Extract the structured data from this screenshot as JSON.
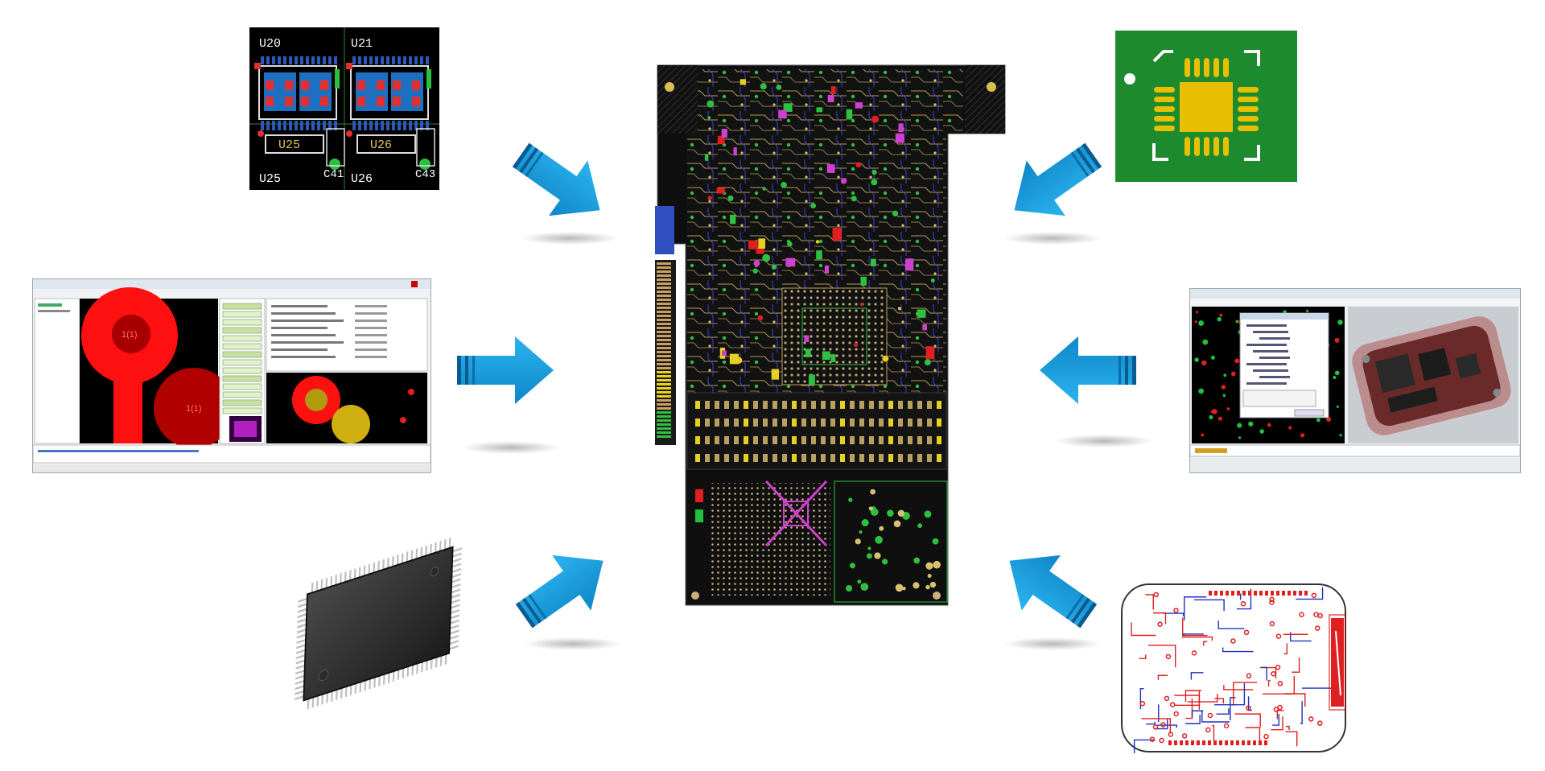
{
  "colors": {
    "arrow_main": "#1aa0e0",
    "arrow_dark": "#0b6fa8",
    "board_black": "#0e0e0e",
    "pcb_green": "#1a7a2a",
    "pad_gold": "#e6c000",
    "trace_red": "#e02020",
    "trace_blue": "#2030c0"
  },
  "layout_viewer": {
    "labels": {
      "u20": "U20",
      "u21": "U21",
      "u25_top": "U25",
      "u26_top": "U26",
      "u25_bottom": "U25",
      "c41": "C41",
      "u26_bottom": "U26",
      "c43": "C43"
    }
  },
  "footprint_editor": {
    "labels": {
      "pad_a": "1(1)",
      "pad_b": "1(1)"
    }
  },
  "arrows": [
    {
      "icon": "arrow-right-down-icon"
    },
    {
      "icon": "arrow-right-icon"
    },
    {
      "icon": "arrow-right-up-icon"
    },
    {
      "icon": "arrow-left-down-icon"
    },
    {
      "icon": "arrow-left-icon"
    },
    {
      "icon": "arrow-left-up-icon"
    }
  ]
}
